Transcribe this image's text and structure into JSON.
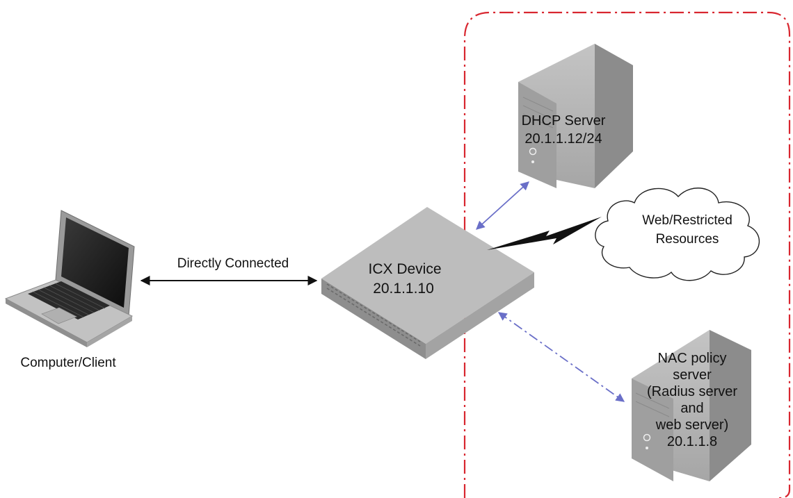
{
  "colors": {
    "boundary": "#d8262f",
    "link_arrow": "#6a6fc8",
    "black_arrow": "#111111",
    "cloud_fill": "#ffffff",
    "server_front": "#b3b3b3",
    "server_side": "#8c8c8c",
    "server_top": "#dcdcdc",
    "switch_top": "#bdbdbd"
  },
  "nodes": {
    "client": {
      "label": "Computer/Client",
      "icon": "laptop-icon"
    },
    "icx": {
      "lines": [
        "ICX Device",
        "20.1.1.10"
      ],
      "icon": "switch-icon"
    },
    "dhcp": {
      "lines": [
        "DHCP Server",
        "20.1.1.12/24"
      ],
      "icon": "server-tower-icon"
    },
    "cloud": {
      "lines": [
        "Web/Restricted",
        "Resources"
      ],
      "icon": "cloud-icon"
    },
    "nac": {
      "lines": [
        "NAC policy",
        "server",
        "(Radius server",
        "and",
        "web server)",
        "20.1.1.8"
      ],
      "icon": "server-tower-icon"
    }
  },
  "links": {
    "client_icx": {
      "label": "Directly Connected",
      "style": "solid",
      "color": "black"
    },
    "icx_dhcp": {
      "style": "solid",
      "color": "blue"
    },
    "icx_nac": {
      "style": "dash-dot",
      "color": "blue"
    },
    "icx_cloud": {
      "style": "lightning-bolt",
      "color": "black"
    }
  }
}
